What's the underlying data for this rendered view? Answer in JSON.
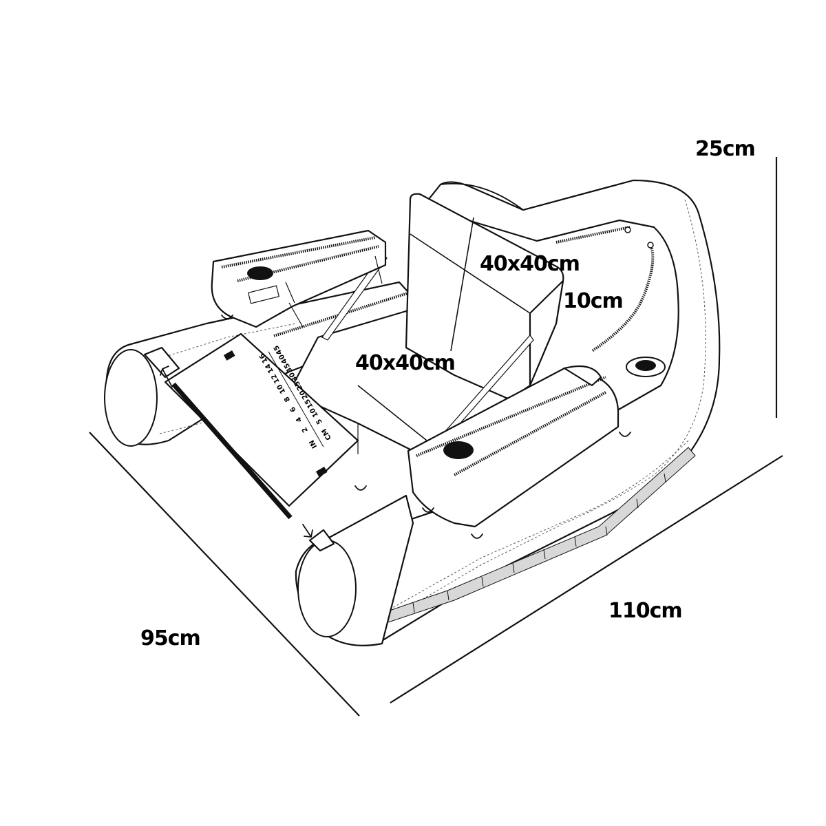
{
  "diagram": {
    "dimensions": {
      "height": "25cm",
      "backrest": "40x40cm",
      "seat_thickness": "10cm",
      "seat": "40x40cm",
      "length": "110cm",
      "width": "95cm"
    },
    "ruler": {
      "row_units": [
        "IN",
        "CM"
      ],
      "inch_ticks": [
        "2",
        "4",
        "6",
        "8",
        "10",
        "12",
        "14",
        "16"
      ],
      "cm_ticks": [
        "5",
        "10",
        "15",
        "20",
        "25",
        "30",
        "35",
        "40",
        "45"
      ]
    }
  }
}
